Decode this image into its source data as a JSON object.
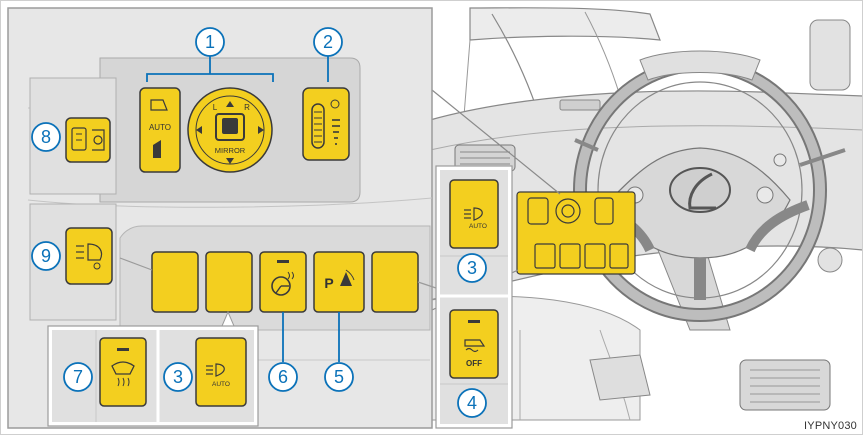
{
  "figure_code": "IYPNY030",
  "callouts": [
    "1",
    "2",
    "3",
    "3",
    "4",
    "5",
    "6",
    "7",
    "8",
    "9"
  ],
  "switch_labels": {
    "auto": "AUTO",
    "mirror": "MIRROR",
    "mirror_left": "L",
    "mirror_right": "R",
    "park_assist": "P",
    "off": "OFF"
  },
  "colors": {
    "switch_yellow": "#f3cf1f",
    "switch_outline": "#3a3a3a",
    "callout_blue": "#0b72b9",
    "panel_gray": "#e7e7e7",
    "frame_gray": "#9b9b9b"
  },
  "icons": [
    "headlight-leveling-icon",
    "mirror-adjust-icon",
    "mirror-fold-icon",
    "instrument-brightness-icon",
    "auto-high-beam-icon",
    "headlight-cleaner-icon",
    "steering-heater-icon",
    "parking-sensor-icon",
    "vsc-off-icon",
    "windshield-deicer-icon"
  ]
}
